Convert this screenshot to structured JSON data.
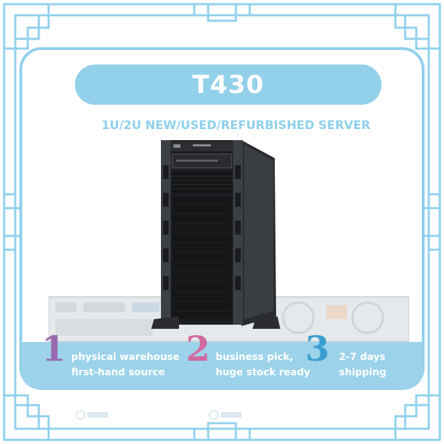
{
  "title": "T430",
  "subtitle": "1U/2U NEW/USED/REFURBISHED SERVER",
  "features": [
    {
      "number": "1",
      "line1": "physical warehouse",
      "line2": "first-hand source"
    },
    {
      "number": "2",
      "line1": "business pick,",
      "line2": "huge stock ready"
    },
    {
      "number": "3",
      "line1": "2-7 days",
      "line2": "shipping"
    }
  ],
  "colors": {
    "accent": "#93d0ea",
    "frame": "#8fd0ec",
    "num1": "#9a6ab0",
    "num2": "#d06aa0",
    "num3": "#3a9fd0"
  }
}
